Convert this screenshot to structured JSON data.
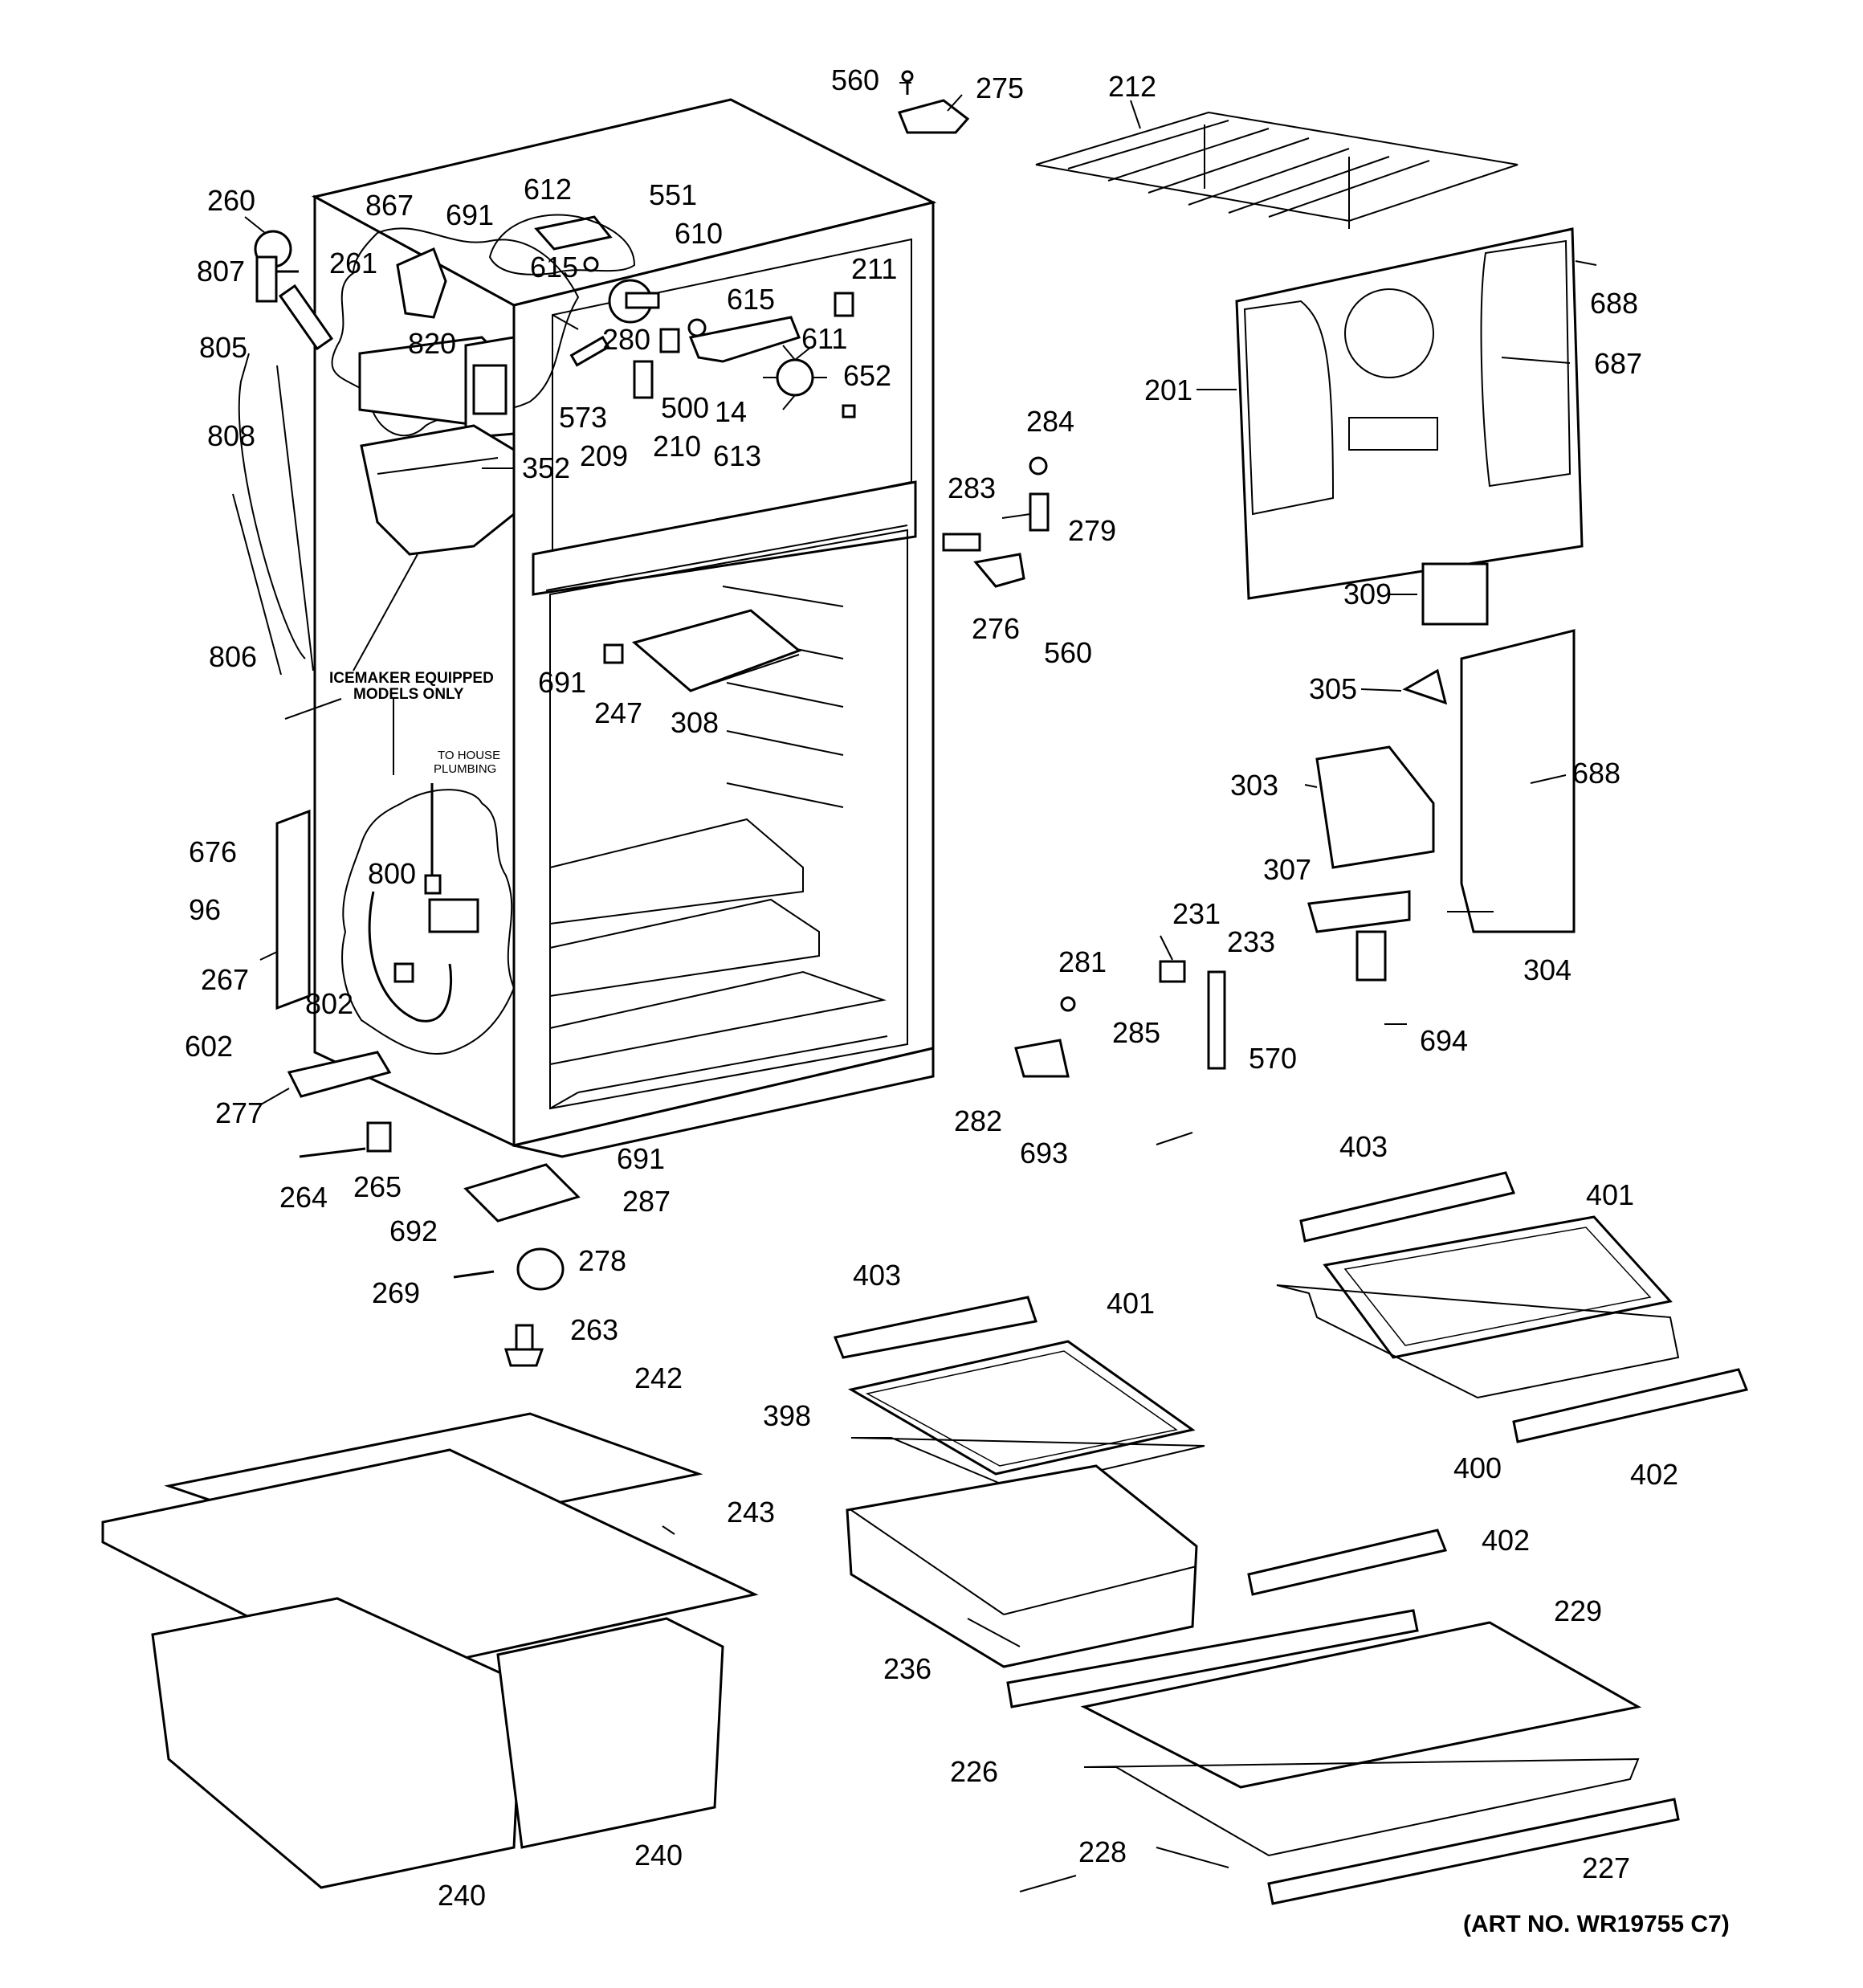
{
  "art_number": "(ART NO. WR19755 C7)",
  "notes": {
    "icemaker_line1": "ICEMAKER EQUIPPED",
    "icemaker_line2": "MODELS ONLY",
    "plumbing_line1": "TO HOUSE",
    "plumbing_line2": "PLUMBING"
  },
  "labels": [
    "560",
    "275",
    "212",
    "260",
    "867",
    "691",
    "612",
    "551",
    "610",
    "615",
    "211",
    "807",
    "261",
    "615",
    "688",
    "805",
    "820",
    "280",
    "611",
    "652",
    "687",
    "201",
    "573",
    "500",
    "14",
    "209",
    "210",
    "613",
    "284",
    "808",
    "352",
    "283",
    "279",
    "309",
    "276",
    "560",
    "806",
    "691",
    "247",
    "308",
    "305",
    "688",
    "303",
    "676",
    "800",
    "307",
    "96",
    "267",
    "802",
    "231",
    "233",
    "281",
    "304",
    "285",
    "602",
    "570",
    "694",
    "277",
    "282",
    "693",
    "691",
    "403",
    "401",
    "264",
    "265",
    "287",
    "692",
    "278",
    "269",
    "403",
    "401",
    "263",
    "242",
    "398",
    "400",
    "402",
    "243",
    "402",
    "229",
    "236",
    "226",
    "228",
    "240",
    "240",
    "227"
  ]
}
